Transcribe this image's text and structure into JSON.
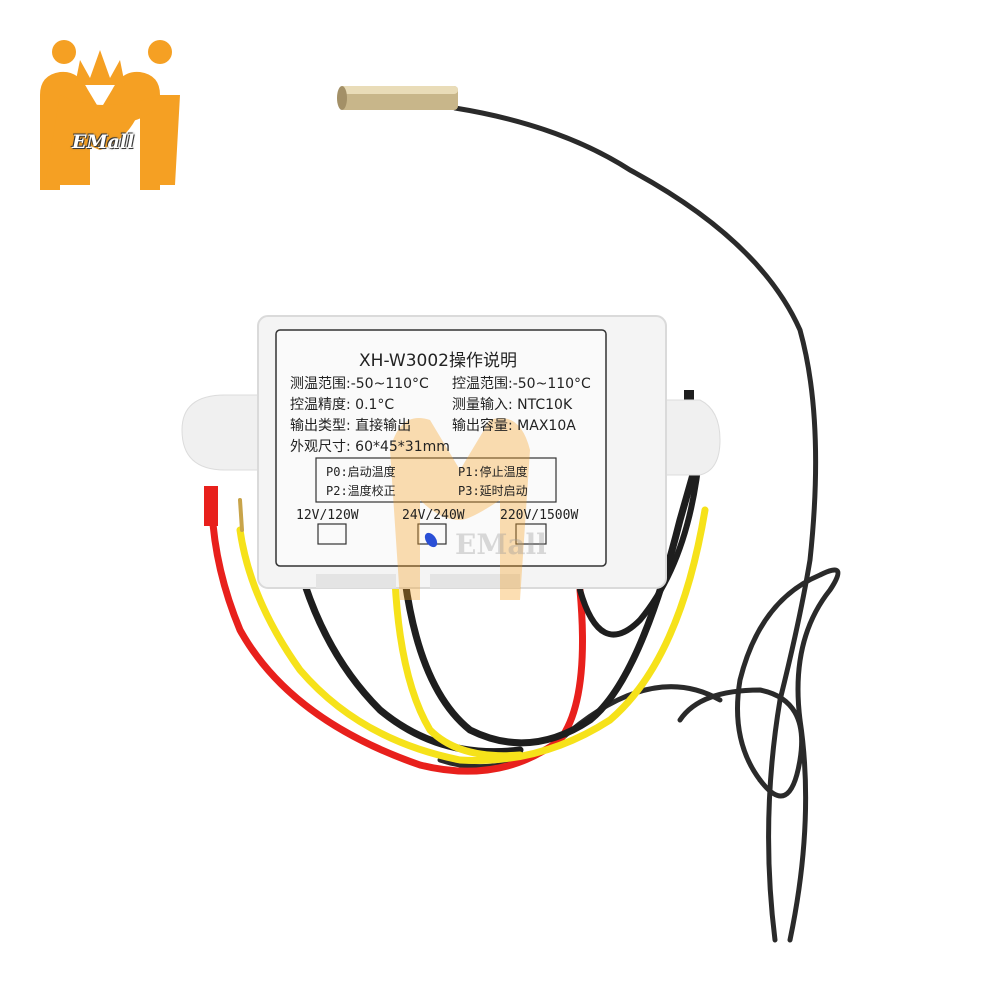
{
  "logo": {
    "text": "EMall",
    "color": "#f5a023"
  },
  "watermark": {
    "text": "EMall"
  },
  "panel": {
    "title": "XH-W3002操作说明",
    "specs": [
      {
        "text": "测温范围:-50~110°C"
      },
      {
        "text": "控温范围:-50~110°C"
      },
      {
        "text": "控温精度: 0.1°C"
      },
      {
        "text": "测量输入: NTC10K"
      },
      {
        "text": "输出类型: 直接输出"
      },
      {
        "text": "输出容量: MAX10A"
      },
      {
        "text": "外观尺寸: 60*45*31mm"
      }
    ],
    "params": [
      {
        "text": "P0:启动温度"
      },
      {
        "text": "P1:停止温度"
      },
      {
        "text": "P2:温度校正"
      },
      {
        "text": "P3:延时启动"
      }
    ],
    "ratings": [
      {
        "text": "12V/120W"
      },
      {
        "text": "24V/240W",
        "selected": true
      },
      {
        "text": "220V/1500W"
      }
    ]
  },
  "colors": {
    "wire_red": "#e8201c",
    "wire_black": "#1e1e1e",
    "wire_yellow": "#f6e21a",
    "probe_cable": "#2a2a2a",
    "probe_tip": "#c8b68a",
    "housing": "#f4f4f4",
    "mark": "#2a4fd6"
  }
}
